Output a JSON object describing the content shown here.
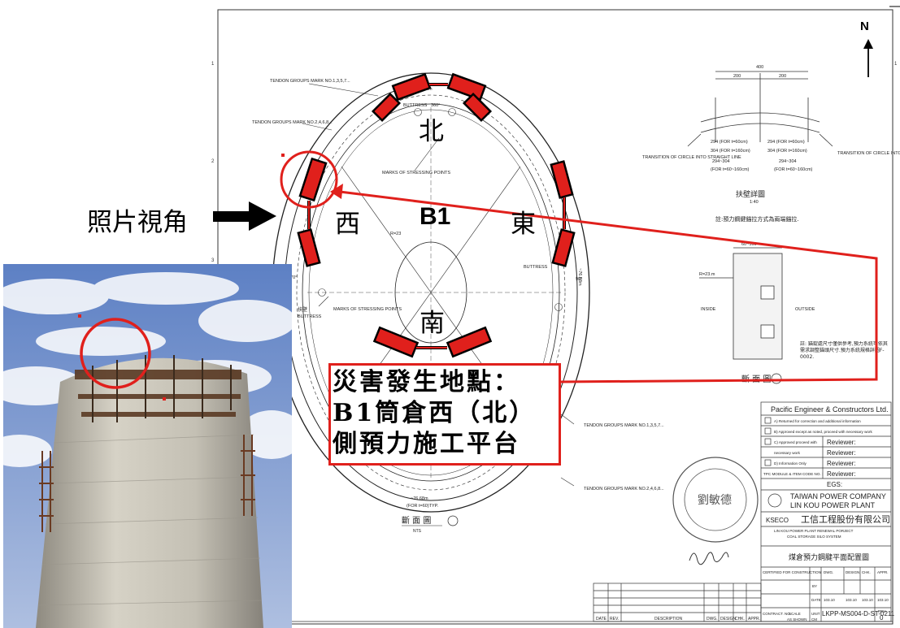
{
  "view_label": "照片視角",
  "north_label": "N",
  "silo_label": "B1",
  "directions": {
    "north": "北",
    "south": "南",
    "east": "東",
    "west": "西"
  },
  "incident_label": {
    "line1": "災害發生地點：",
    "line2": "B1筒倉西（北）",
    "line3": "側預力施工平台"
  },
  "drawing": {
    "tendon_mark_1357": "TENDON GROUPS MARK NO.1,3,5,7...",
    "tendon_mark_2468": "TENDON GROUPS MARK NO.2,4,6,8...",
    "buttress": "BUTTRESS",
    "buttress_zh": "扶壁",
    "marks_stressing": "MARKS OF STRESSING POINTS",
    "radius_label": "R=23",
    "dim_top": "~76.68m",
    "dim_bottom": "~76.68m",
    "dim_bottom_note": "(FOR t=60)TYP.",
    "dim_right": "~76.68m",
    "angle_0": "360°",
    "angle_90": "90°",
    "angle_270": "270°",
    "detail_title": "扶壁詳圖",
    "detail_scale": "1:40",
    "detail_note": "註:預力鋼鍵錨拉方式為兩端錨拉.",
    "transition": "TRANSITION OF CIRCLE INTO STRAIGHT LINE",
    "dim_400": "400",
    "dim_200a": "200",
    "dim_200b": "200",
    "dim_294": "294 (FOR t=60cm)",
    "dim_304": "304 (FOR t=160cm)",
    "dim_range": "294~304",
    "dim_range_note": "(FOR t=60~160cm)",
    "section_r": "R=23.m",
    "inside": "INSIDE",
    "outside": "OUTSIDE",
    "section_note": "註: 錨錠處尺寸僅供參考,預力系統可依其需求調整錨頭尺寸.預力系統規格詳圖F-0002.",
    "section_label": "斷 面 圖",
    "nts": "NTS",
    "dim_60_160": "60~160"
  },
  "title_block": {
    "company": "Pacific Engineer & Constructors Ltd.",
    "rows": [
      "A) Returned for correction and additional information",
      "B) Approved except as noted, proceed with necessary work",
      "C) Approved proceed with",
      "necessary work",
      "D) Information Only",
      "TPC MODULE & ITEM CODE NO. :"
    ],
    "reviewer": "Reviewer:",
    "egs": "EGS:",
    "client_en1": "TAIWAN POWER COMPANY",
    "client_en2": "LIN KOU POWER PLANT",
    "ksec": "KSECO",
    "contractor": "工信工程股份有限公司",
    "project1": "LIN KOU POWER PLANT RENEWAL PORJECT",
    "project2": "COAL STORAGE SILO SYSTEM",
    "drawing_title": "煤倉預力鋼腱平面配置圖",
    "certified": "CERTIFIED FOR CONSTRUCTION",
    "dwg": "DWG.",
    "design": "DESIGN",
    "chk": "CHK.",
    "appr": "APPR.",
    "by": "BY",
    "date": "DATE",
    "date_value": "103.10",
    "contract_no": "CONTRACT. NO.",
    "scale": "SCALE",
    "unit": "UNIT",
    "drawing_no": "LKPP-MS004-D-ST-0211",
    "rev": "REV.",
    "rev_value": "0",
    "as_shown": "AS SHOWN",
    "cm": "CM",
    "rev_table_headers": [
      "DATE",
      "REV.",
      "DESCRIPTION",
      "DWG.",
      "DESIGN",
      "CHK.",
      "APPR."
    ]
  },
  "stamp_text": "劉敏德",
  "colors": {
    "accent": "#e0201c",
    "line": "#222222",
    "sky": "#7d9fd6"
  }
}
